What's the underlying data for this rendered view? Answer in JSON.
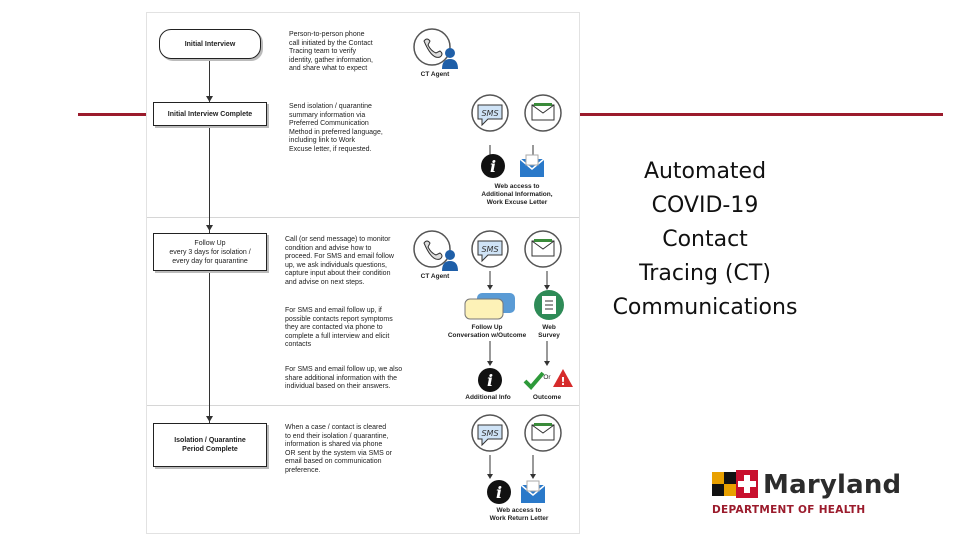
{
  "slide": {
    "title": "Automated\nCOVID-19\nContact\nTracing (CT)\nCommunications",
    "accent_color": "#9b1b2c"
  },
  "flow": {
    "steps": [
      {
        "label": "Initial Interview",
        "description": "Person-to-person phone\ncall initiated by the Contact\nTracing team to verify\nidentity, gather information,\nand share what to expect"
      },
      {
        "label": "Initial Interview Complete",
        "description": "Send isolation / quarantine\nsummary information via\nPreferred Communication\nMethod in preferred language,\nincluding link to Work\nExcuse letter, if requested."
      },
      {
        "label": "Follow Up\nevery 3 days for isolation /\nevery day for quarantine",
        "description": "Call (or send message) to monitor\ncondition and advise how to\nproceed. For SMS and email follow\nup, we ask individuals questions,\ncapture input about their condition\nand advise on next steps."
      },
      {
        "label": "Isolation / Quarantine\nPeriod Complete",
        "description": "When a case / contact is cleared\nto end their isolation / quarantine,\ninformation is shared via phone\nOR sent by the system via SMS or\nemail based on communication\npreference."
      }
    ],
    "notes": [
      "For SMS and email follow up, if\npossible contacts report symptoms\nthey are contacted via phone to\ncomplete a full interview and elicit\ncontacts",
      "For SMS and email follow up, we also\nshare additional information with the\nindividual based on their answers."
    ],
    "captions": {
      "ct_agent": "CT Agent",
      "web_access_1": "Web access to\nAdditional Information,\nWork Excuse Letter",
      "follow_up_conv": "Follow Up\nConversation w/Outcome",
      "web_survey": "Web\nSurvey",
      "additional_info": "Additional Info",
      "outcome": "Outcome",
      "or": "Or",
      "web_access_2": "Web access to\nWork Return Letter"
    },
    "icons": [
      "phone-agent-icon",
      "sms-bubble-icon",
      "email-icon",
      "info-icon",
      "mail-letter-icon",
      "chat-icon",
      "survey-icon",
      "checkmark-icon",
      "warning-icon"
    ]
  },
  "logo": {
    "name": "Maryland",
    "subtitle": "DEPARTMENT OF HEALTH",
    "colors": [
      "#e8a000",
      "#111111",
      "#c8102e",
      "#ffffff"
    ]
  }
}
